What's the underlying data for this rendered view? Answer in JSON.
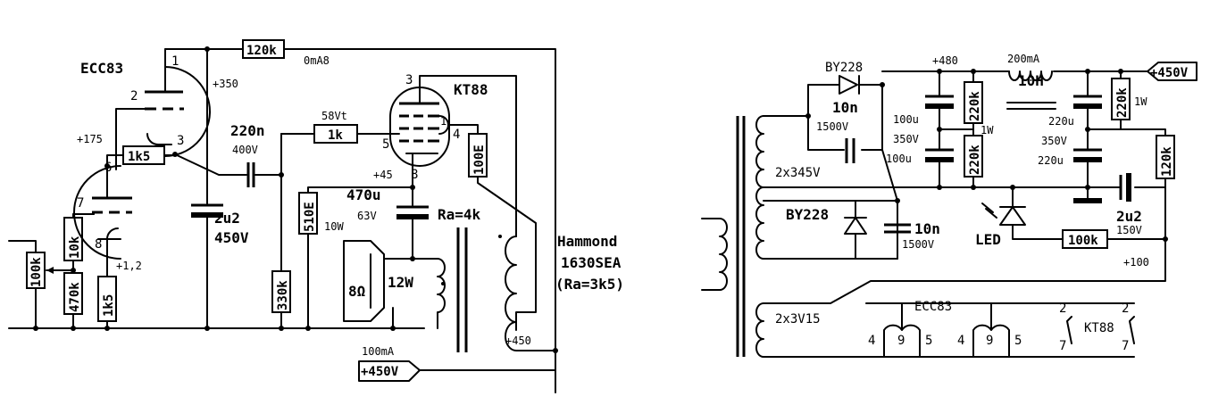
{
  "left": {
    "tube_ecc83": "ECC83",
    "tube_kt88": "KT88",
    "r_feedback": "120k",
    "i_preamp": "0mA8",
    "v_350": "+350",
    "v_175": "+175",
    "r_cathode_upper": "1k5",
    "cap_coupling_value": "220n",
    "cap_coupling_voltage": "400V",
    "r_grid_stopper": "1k",
    "r_grid_power": "58Vt",
    "v_45": "+45",
    "cap_cathode_value": "470u",
    "cap_cathode_voltage": "63V",
    "r_screen": "100E",
    "ra": "Ra=4k",
    "r_cathode_power": "510E",
    "r_cathode_power_watt": "10W",
    "r_grid_leak": "330k",
    "cap_decoupling_value": "2u2",
    "cap_decoupling_voltage": "450V",
    "r_input_pot": "100k",
    "r_10k": "10k",
    "r_470k": "470k",
    "r_1k5_lower": "1k5",
    "v_12": "+1,2",
    "speaker_impedance": "8Ω",
    "speaker_power": "12W",
    "transformer_name": "Hammond",
    "transformer_model": "1630SEA",
    "transformer_ra": "(Ra=3k5)",
    "v_450": "+450",
    "current_100ma": "100mA",
    "supply_tag": "+450V",
    "pin_1": "1",
    "pin_2": "2",
    "pin_3": "3",
    "pin_6": "6",
    "pin_7": "7",
    "pin_8": "8",
    "kt_pin_3": "3",
    "kt_pin_4": "4",
    "kt_pin_5": "5",
    "kt_pin_8": "8",
    "kt_pin_1": "1"
  },
  "right": {
    "diode_top": "BY228",
    "cap_top_value": "10n",
    "cap_top_voltage": "1500V",
    "secondary_hv": "2x345V",
    "diode_bottom": "BY228",
    "cap_bottom_value": "10n",
    "cap_bottom_voltage": "1500V",
    "v_480": "+480",
    "current_200ma": "200mA",
    "choke": "10H",
    "supply_tag": "+450V",
    "r_220k_1": "220k",
    "r_220k_2": "220k",
    "r_220k_3": "220k",
    "r_1w_1": "1W",
    "r_1w_2": "1W",
    "cap_100u_1": "100u",
    "cap_350v_1": "350V",
    "cap_100u_2": "100u",
    "cap_220u_1": "220u",
    "cap_350v_2": "350V",
    "cap_220u_2": "220u",
    "r_120k": "120k",
    "cap_2u2": "2u2",
    "cap_150v": "150V",
    "led": "LED",
    "r_100k": "100k",
    "v_100": "+100",
    "secondary_heater": "2x3V15",
    "heater_ecc83": "ECC83",
    "heater_kt88": "KT88",
    "pin_4a": "4",
    "pin_9a": "9",
    "pin_5a": "5",
    "pin_4b": "4",
    "pin_9b": "9",
    "pin_5b": "5",
    "pin_2a": "2",
    "pin_7a": "7",
    "pin_2b": "2",
    "pin_7b": "7"
  }
}
